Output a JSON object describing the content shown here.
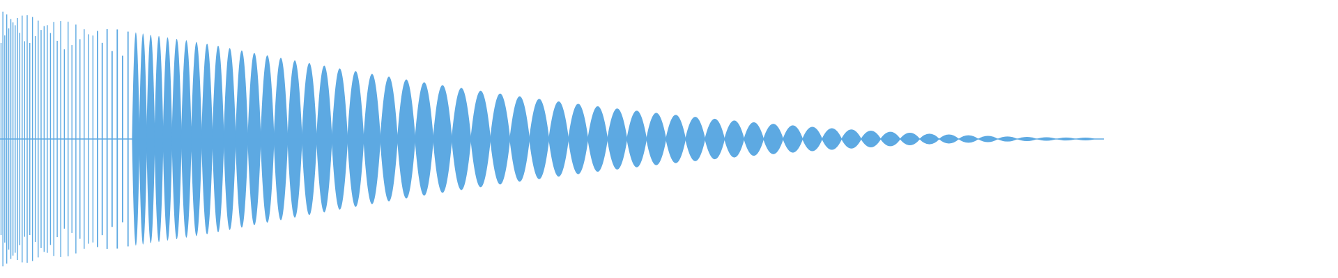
{
  "waveform": {
    "color": "#5DA9E2",
    "background": "#FFFFFF",
    "lobe_count": 58,
    "envelope": {
      "peak_amplitude_fraction": 0.97,
      "end_amplitude_fraction": 0.01,
      "dense_onset_fraction": 0.07,
      "signal_end_fraction": 0.825
    }
  }
}
